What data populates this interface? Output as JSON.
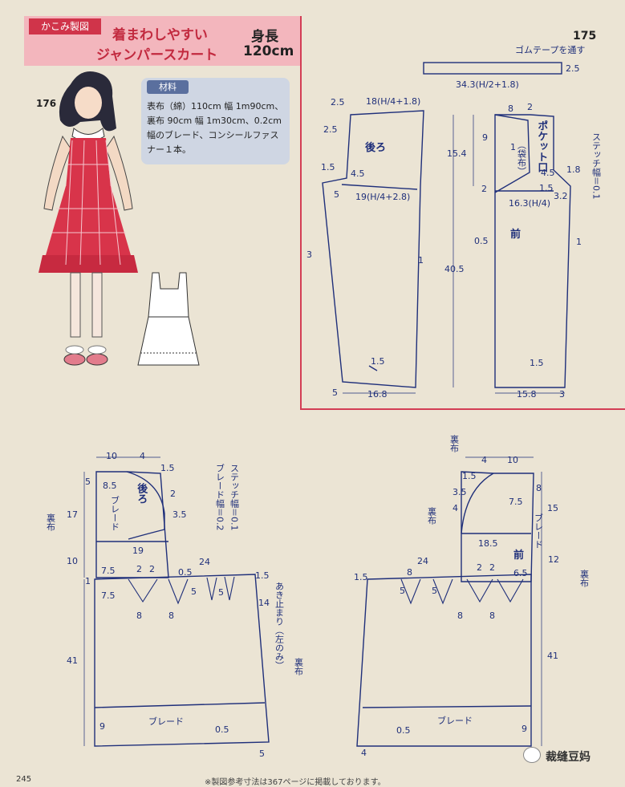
{
  "header": {
    "section_tag": "かこみ製図",
    "title_line1": "着まわしやすい",
    "title_line2": "ジャンパースカート",
    "size_label": "身長",
    "size_value": "120cm",
    "model_176": "176",
    "model_175": "175"
  },
  "materials": {
    "title": "材料",
    "text": "表布（綿）110cm 幅 1m90cm、裏布 90cm 幅 1m30cm、0.2cm幅のブレード、コンシールファスナー１本。"
  },
  "pants": {
    "elastic": "ゴムテープを通す",
    "w_25": "2.5",
    "w_343": "34.3(H/2+1.8)",
    "back": "後ろ",
    "front": "前",
    "b_top": "18(H/4+1.8)",
    "b_25a": "2.5",
    "b_25b": "2.5",
    "b_15": "1.5",
    "b_45": "4.5",
    "b_5": "5",
    "b_19": "19(H/4+2.8)",
    "b_3": "3",
    "b_1": "1",
    "b_hem15": "1.5",
    "b_hem5": "5",
    "b_hem": "16.8",
    "f_8": "8",
    "f_2": "2",
    "f_9": "9",
    "f_1": "1",
    "f_154": "15.4",
    "f_405": "40.5",
    "f_2b": "2",
    "f_18": "1.8",
    "f_45": "4.5",
    "f_15": "1.5",
    "f_32": "3.2",
    "f_163": "16.3(H/4)",
    "f_05": "0.5",
    "f_1b": "1",
    "f_hem15": "1.5",
    "f_hem": "15.8",
    "f_3": "3",
    "pocket": "ポケット口",
    "pocket_bag": "（袋布）",
    "stitch": "ステッチ幅＝0.1"
  },
  "jumper_back": {
    "d_10": "10",
    "d_4": "4",
    "d_15": "1.5",
    "d_5": "5",
    "d_85": "8.5",
    "d_2": "2",
    "d_35": "3.5",
    "d_17": "17",
    "lining": "裏布",
    "back": "後ろ",
    "braid": "ブレード",
    "d_19": "19",
    "d_10b": "10",
    "d_24": "24",
    "d_1": "1",
    "d_75a": "7.5",
    "d_75b": "7.5",
    "d_2a": "2",
    "d_2b": "2",
    "d_05": "0.5",
    "d_15b": "1.5",
    "d_5a": "5",
    "d_5b": "5",
    "d_14": "14",
    "d_8a": "8",
    "d_8b": "8",
    "d_41": "41",
    "d_9": "9",
    "braid2": "ブレード",
    "d_05b": "0.5",
    "d_5c": "5",
    "opening": "あき止まり（左のみ）",
    "lining2": "裏布",
    "stitch": "ステッチ幅＝0.1",
    "braid_width": "ブレード幅＝0.2"
  },
  "jumper_front": {
    "lining_top": "裏布",
    "d_4": "4",
    "d_10": "10",
    "d_15": "1.5",
    "d_8": "8",
    "d_35": "3.5",
    "d_4b": "4",
    "d_75": "7.5",
    "d_15r": "15",
    "lining_side": "裏布",
    "d_185": "18.5",
    "braid": "ブレード",
    "front": "前",
    "d_12": "12",
    "d_24": "24",
    "d_15b": "1.5",
    "d_8b": "8",
    "d_2a": "2",
    "d_2b": "2",
    "d_65": "6.5",
    "d_5a": "5",
    "d_5b": "5",
    "lining_right": "裏布",
    "d_8c": "8",
    "d_8d": "8",
    "d_41": "41",
    "braid2": "ブレード",
    "d_05": "0.5",
    "d_9": "9",
    "d_4c": "4"
  },
  "footer": {
    "page": "245",
    "note": "※製図参考寸法は367ページに掲載しております。",
    "watermark": "裁缝豆妈"
  },
  "colors": {
    "ink": "#1f2f7a",
    "accent_red": "#d33d55",
    "header_pink": "#f3b6bd",
    "paper": "#ebe4d4"
  }
}
